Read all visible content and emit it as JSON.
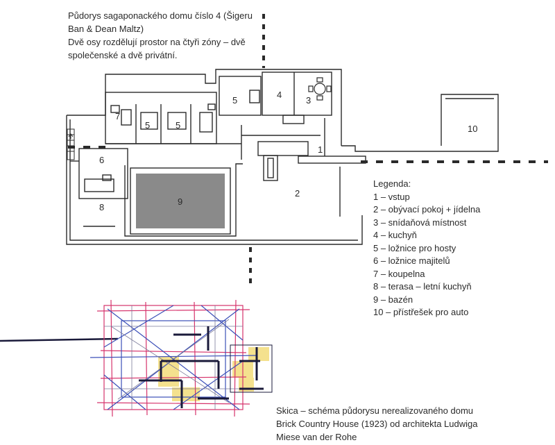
{
  "top_caption": {
    "lines": [
      "Půdorys sagaponackého domu číslo 4 (Šigeru",
      "Ban & Dean Maltz)",
      "Dvě osy rozdělují prostor na čtyři zóny – dvě",
      "společenské a dvě privátní."
    ]
  },
  "plan_labels": {
    "room_1": "1",
    "room_2": "2",
    "room_3": "3",
    "room_4": "4",
    "room_5_main": "5",
    "room_5_a": "5",
    "room_5_b": "5",
    "room_6": "6",
    "room_7": "7",
    "room_8": "8",
    "room_9": "9",
    "room_10": "10"
  },
  "legend": {
    "title": "Legenda:",
    "items": [
      "1 – vstup",
      "2 – obývací pokoj + jídelna",
      "3 – snídaňová místnost",
      "4 – kuchyň",
      "5 – ložnice pro hosty",
      "6 – ložnice majitelů",
      "7 – koupelna",
      "8 – terasa – letní kuchyň",
      "9 – bazén",
      "10 – přístřešek pro auto"
    ]
  },
  "bottom_caption": {
    "lines": [
      "Skica – schéma půdorysu nerealizovaného domu",
      "Brick Country House (1923) od architekta Ludwiga",
      "Miese van der Rohe"
    ]
  },
  "colors": {
    "ink": "#2a2a2a",
    "pool": "#8a8a8a",
    "sketch_red": "#d6336c",
    "sketch_blue": "#3b4fb8",
    "sketch_yellow": "#f2dc7a",
    "sketch_dark": "#1a1a3a"
  }
}
